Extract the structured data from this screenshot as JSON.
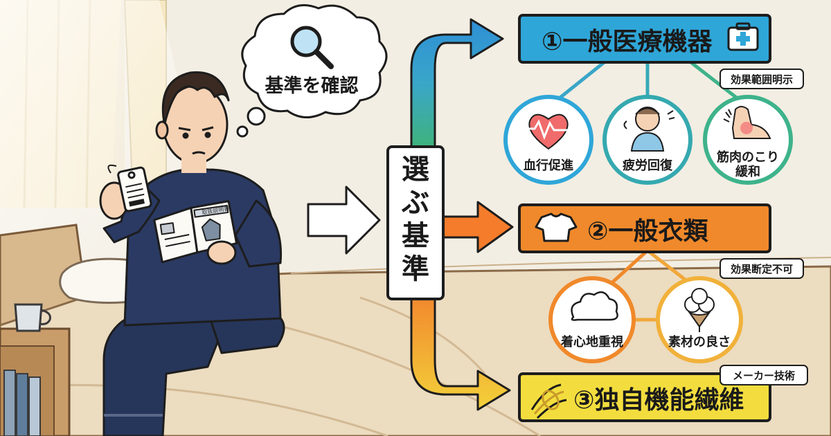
{
  "thought": {
    "text": "基準を確認"
  },
  "manual": {
    "title": "取扱説明書"
  },
  "center": {
    "label": "選ぶ基準"
  },
  "categories": [
    {
      "title": "①一般医療機器",
      "tag": "効果範囲明示",
      "icon": "medical-kit-icon",
      "color": "#2fa6d8",
      "features": [
        {
          "label": "血行促進",
          "icon": "heart-pulse-icon"
        },
        {
          "label": "疲労回復",
          "icon": "tired-person-icon"
        },
        {
          "label": "筋肉のこり",
          "label2": "緩和",
          "icon": "sore-shoulder-icon"
        }
      ]
    },
    {
      "title": "②一般衣類",
      "tag": "効果断定不可",
      "icon": "tshirt-icon",
      "color": "#f0892b",
      "features": [
        {
          "label": "着心地重視",
          "icon": "cloud-icon"
        },
        {
          "label": "素材の良さ",
          "icon": "cotton-icon"
        }
      ]
    },
    {
      "title": "③独自機能繊維",
      "tag": "メーカー技術",
      "icon": "fiber-icon",
      "color": "#f3dd3e",
      "features": []
    }
  ]
}
